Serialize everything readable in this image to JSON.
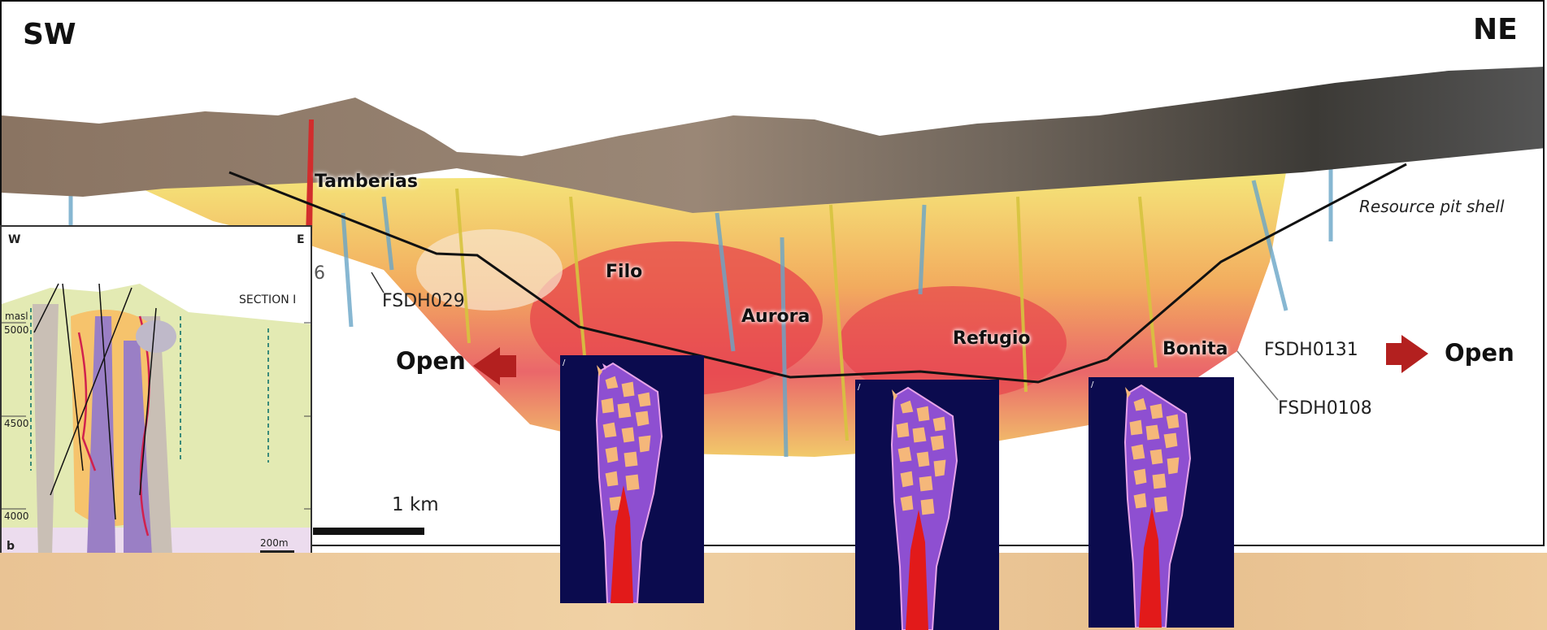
{
  "section": {
    "dir_left": "SW",
    "dir_right": "NE",
    "zones": [
      "Tamberias",
      "Filo",
      "Aurora",
      "Refugio",
      "Bonita"
    ],
    "drillholes": [
      "FSDH029",
      "FSDH0131",
      "FSDH0108"
    ],
    "partial_label": "6",
    "open_left": "Open",
    "open_right": "Open",
    "pit_label": "Resource pit shell",
    "scale_label": "1 km"
  },
  "inset": {
    "dir_w": "W",
    "dir_e": "E",
    "title": "SECTION I",
    "unit": "masl",
    "elev_5000": "5000",
    "elev_4500": "4500",
    "elev_4000": "4000",
    "panel": "b",
    "scale": "200m"
  },
  "colors": {
    "open_arrow": "#b3201f",
    "breccia_bg": "#0b0b4e",
    "breccia_body": "#8e4fd1",
    "breccia_clast": "#f5b77a",
    "breccia_intrusion": "#e21a1a"
  }
}
